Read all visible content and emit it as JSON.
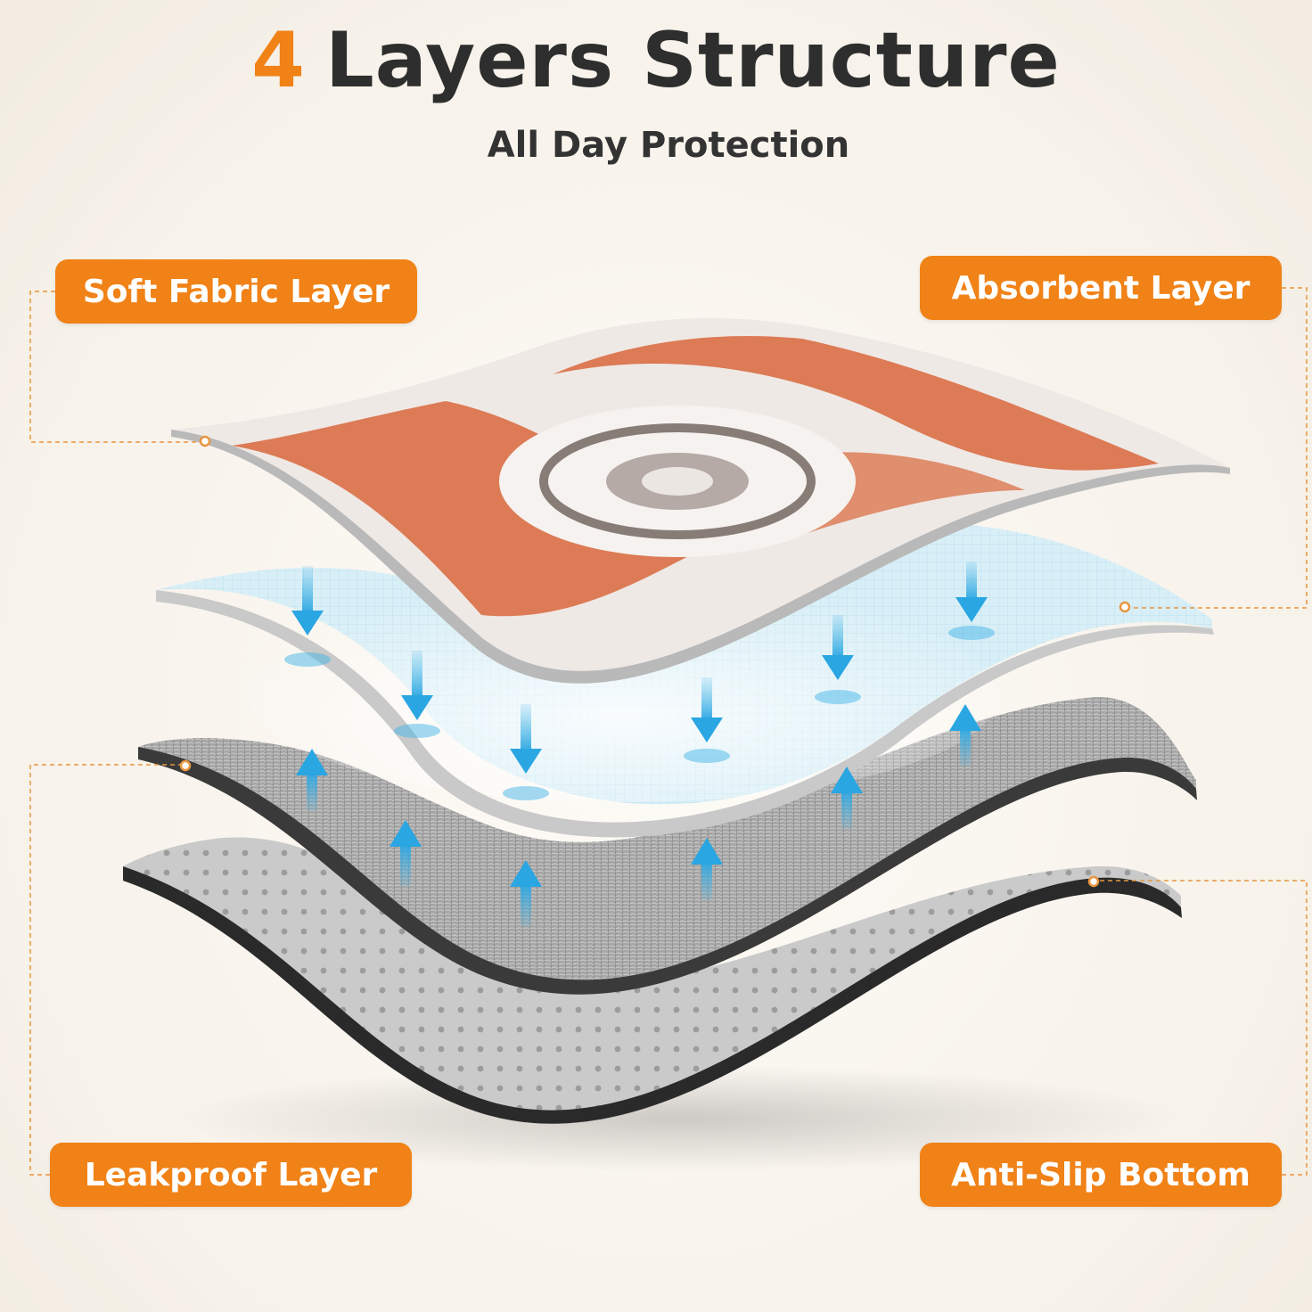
{
  "header": {
    "title_number": "4",
    "title_text": "Layers Structure",
    "subtitle": "All Day Protection"
  },
  "layers": [
    {
      "label": "Soft Fabric Layer"
    },
    {
      "label": "Absorbent Layer"
    },
    {
      "label": "Leakproof Layer"
    },
    {
      "label": "Anti-Slip Bottom"
    }
  ],
  "colors": {
    "accent": "#f08217",
    "title_dark": "#2e2e2e",
    "rug_orange": "#d8673b",
    "absorbent_blue": "#d6eef6",
    "arrow_blue": "#45b6e8",
    "felt_gray": "#a9a9a9",
    "bottom_gray": "#c6c6c6",
    "edge_dark": "#2a2a2a"
  },
  "icons": [
    "arrow-down-icon",
    "arrow-up-icon"
  ]
}
